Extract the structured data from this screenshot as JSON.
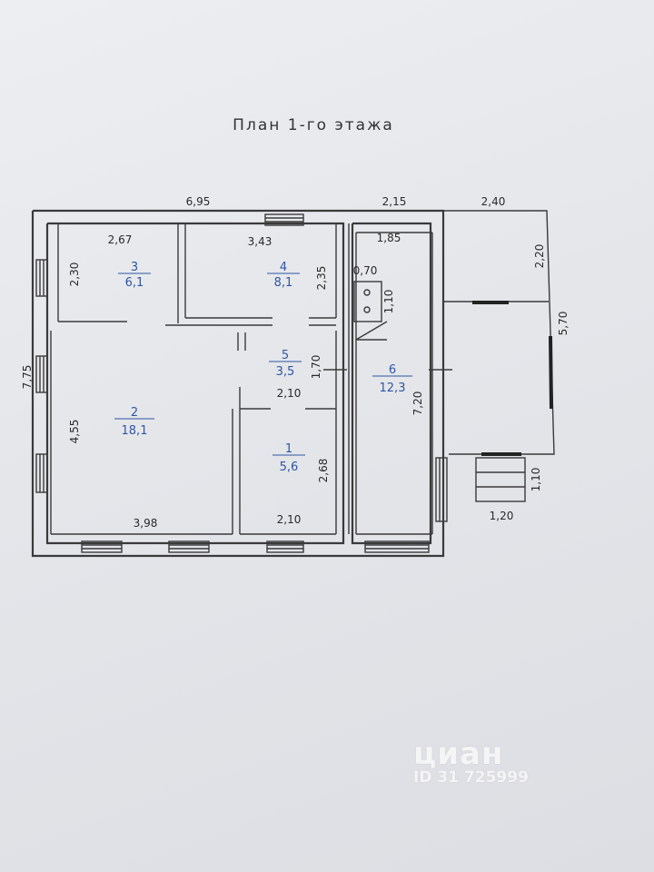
{
  "title": "План 1-го этажа",
  "dimensions": {
    "total_width": "6,95",
    "mid_width": "2,15",
    "right_width": "2,40",
    "total_height": "7,75",
    "r3_top": "2,67",
    "r3_side": "2,30",
    "r4_top": "3,43",
    "r4_side": "2,35",
    "r5_side": "1,70",
    "r5_bottom": "2,10",
    "r1_side": "2,68",
    "r1_bottom": "2,10",
    "r2_side": "4,55",
    "r2_bottom": "3,98",
    "r6_top": "1,85",
    "r6_side": "7,20",
    "boiler_w": "0,70",
    "boiler_h": "1,10",
    "terrace_h1": "2,20",
    "terrace_h2": "5,70",
    "porch_h": "1,10",
    "porch_w": "1,20"
  },
  "rooms": [
    {
      "id": "1",
      "area": "5,6"
    },
    {
      "id": "2",
      "area": "18,1"
    },
    {
      "id": "3",
      "area": "6,1"
    },
    {
      "id": "4",
      "area": "8,1"
    },
    {
      "id": "5",
      "area": "3,5"
    },
    {
      "id": "6",
      "area": "12,3"
    }
  ],
  "watermark": {
    "logo": "циан",
    "id": "ID 31 725999"
  }
}
